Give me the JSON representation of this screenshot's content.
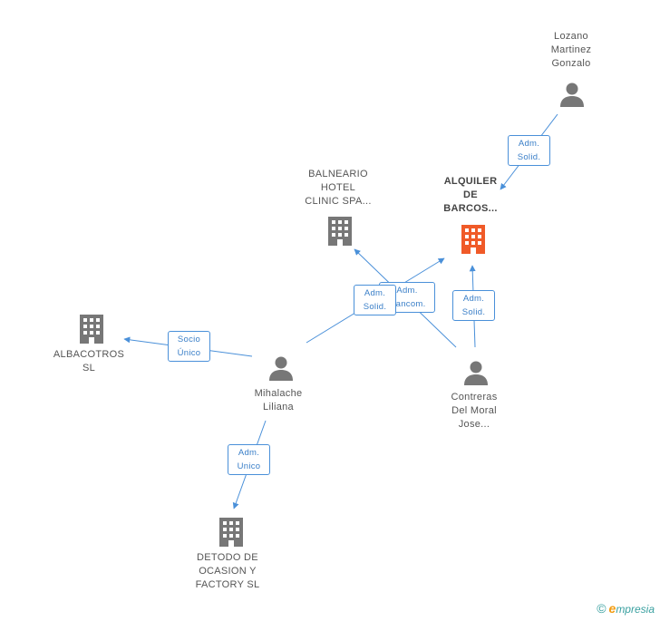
{
  "colors": {
    "edge": "#4a90d9",
    "node": "#777777",
    "focus": "#f05a28"
  },
  "nodes": {
    "lozano": "Lozano\nMartinez\nGonzalo",
    "alquiler": "ALQUILER\nDE\nBARCOS...",
    "balneario": "BALNEARIO\nHOTEL\nCLINIC SPA...",
    "albacotros": "ALBACOTROS\nSL",
    "mihalache": "Mihalache\nLiliana",
    "contreras": "Contreras\nDel Moral\nJose...",
    "detodo": "DETODO DE\nOCASION Y\nFACTORY SL"
  },
  "badges": {
    "lozano_alquiler": "Adm.\nSolid.",
    "mihalache_balneario": "Adm.\nSolid.",
    "contreras_balneario": "Adm.\nMancom.",
    "contreras_alquiler": "Adm.\nSolid.",
    "mihalache_albacotros": "Socio\nÚnico",
    "mihalache_detodo": "Adm.\nUnico"
  },
  "footer": {
    "copyright": "©",
    "brand_initial": "e",
    "brand_rest": "mpresia"
  }
}
